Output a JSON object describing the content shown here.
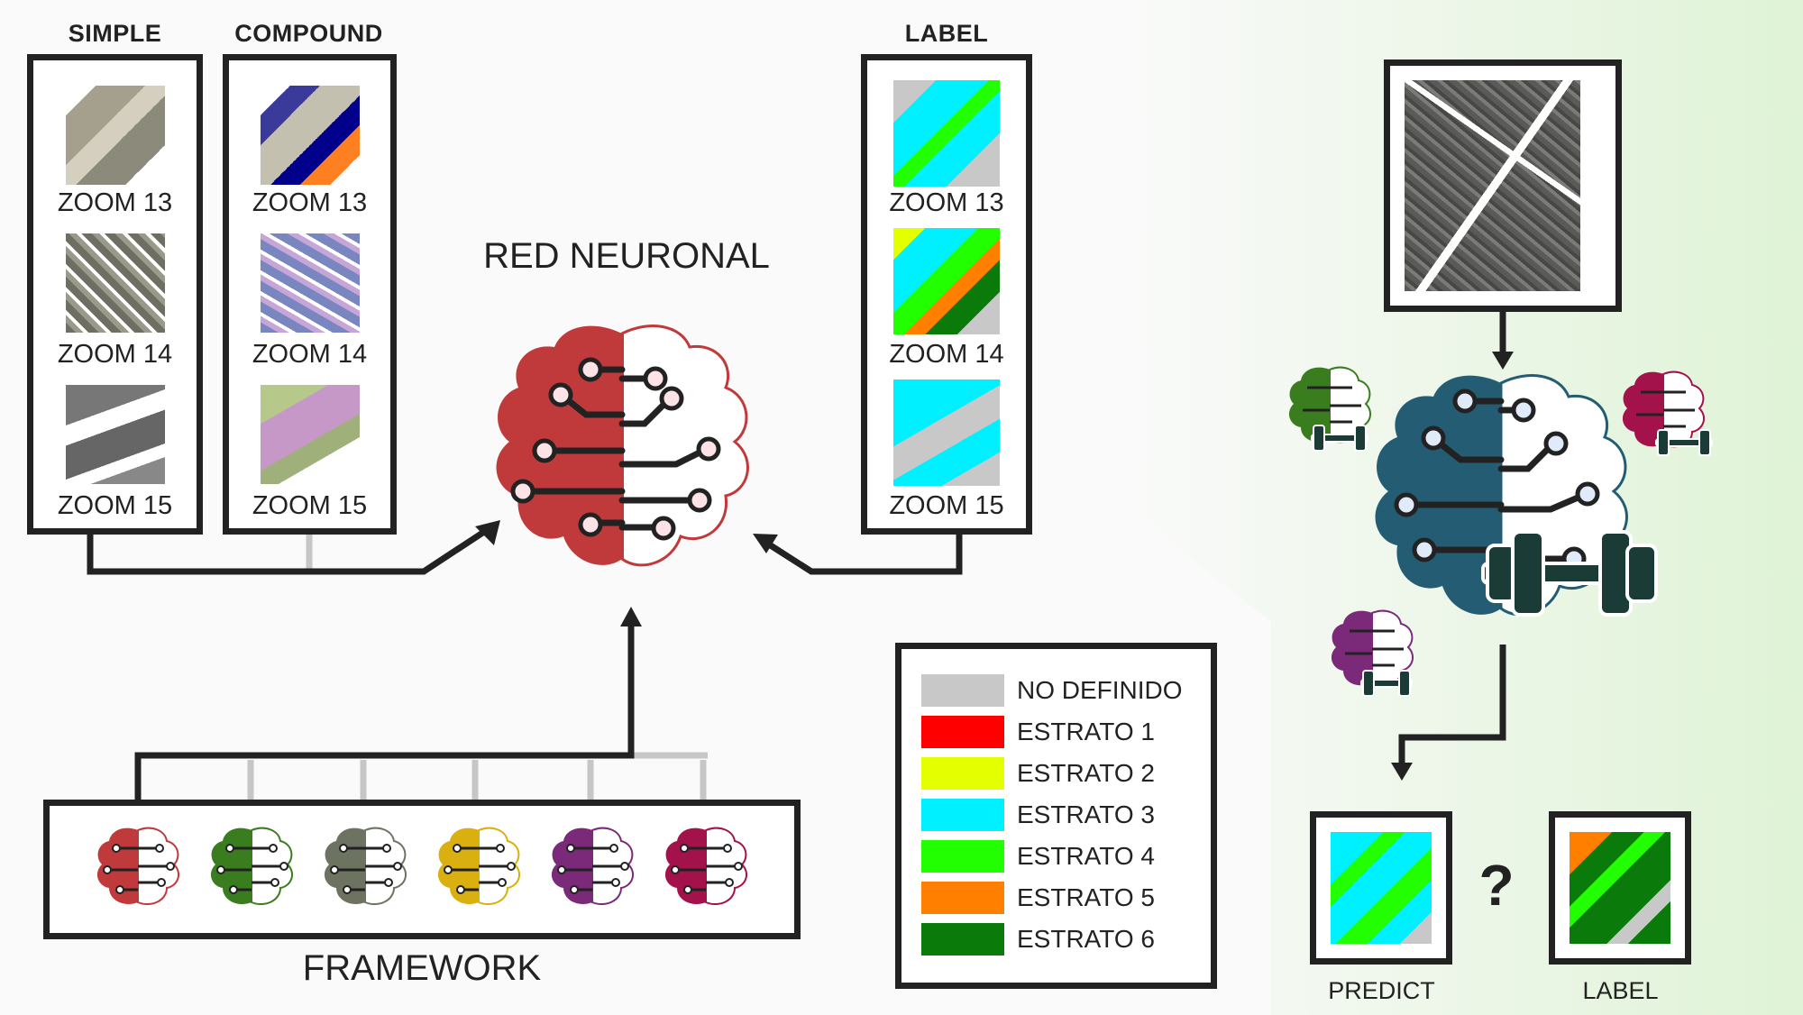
{
  "columns": {
    "simple": {
      "header": "SIMPLE",
      "zooms": [
        "ZOOM 13",
        "ZOOM 14",
        "ZOOM 15"
      ]
    },
    "compound": {
      "header": "COMPOUND",
      "zooms": [
        "ZOOM 13",
        "ZOOM 14",
        "ZOOM 15"
      ]
    },
    "label": {
      "header": "LABEL",
      "zooms": [
        "ZOOM 13",
        "ZOOM 14",
        "ZOOM 15"
      ]
    }
  },
  "network_title": "RED NEURONAL",
  "framework_title": "FRAMEWORK",
  "legend": [
    {
      "label": "NO DEFINIDO",
      "color": "#c8c8c8"
    },
    {
      "label": "ESTRATO 1",
      "color": "#ff0000"
    },
    {
      "label": "ESTRATO 2",
      "color": "#e4ff00"
    },
    {
      "label": "ESTRATO 3",
      "color": "#00f0ff"
    },
    {
      "label": "ESTRATO 4",
      "color": "#22ff00"
    },
    {
      "label": "ESTRATO 5",
      "color": "#ff8000"
    },
    {
      "label": "ESTRATO 6",
      "color": "#0a7a0a"
    }
  ],
  "framework_brains": [
    {
      "name": "red",
      "color": "#c0393b"
    },
    {
      "name": "green",
      "color": "#3a7d1e"
    },
    {
      "name": "gray",
      "color": "#6d7361"
    },
    {
      "name": "yellow",
      "color": "#d9b00f"
    },
    {
      "name": "purple",
      "color": "#7a2a78"
    },
    {
      "name": "crimson",
      "color": "#a3124a"
    }
  ],
  "output": {
    "predict": "PREDICT",
    "label": "LABEL",
    "question": "?"
  },
  "colors": {
    "main_brain": "#c0393b",
    "trained_brain": "#245d73",
    "frame": "#222222"
  }
}
